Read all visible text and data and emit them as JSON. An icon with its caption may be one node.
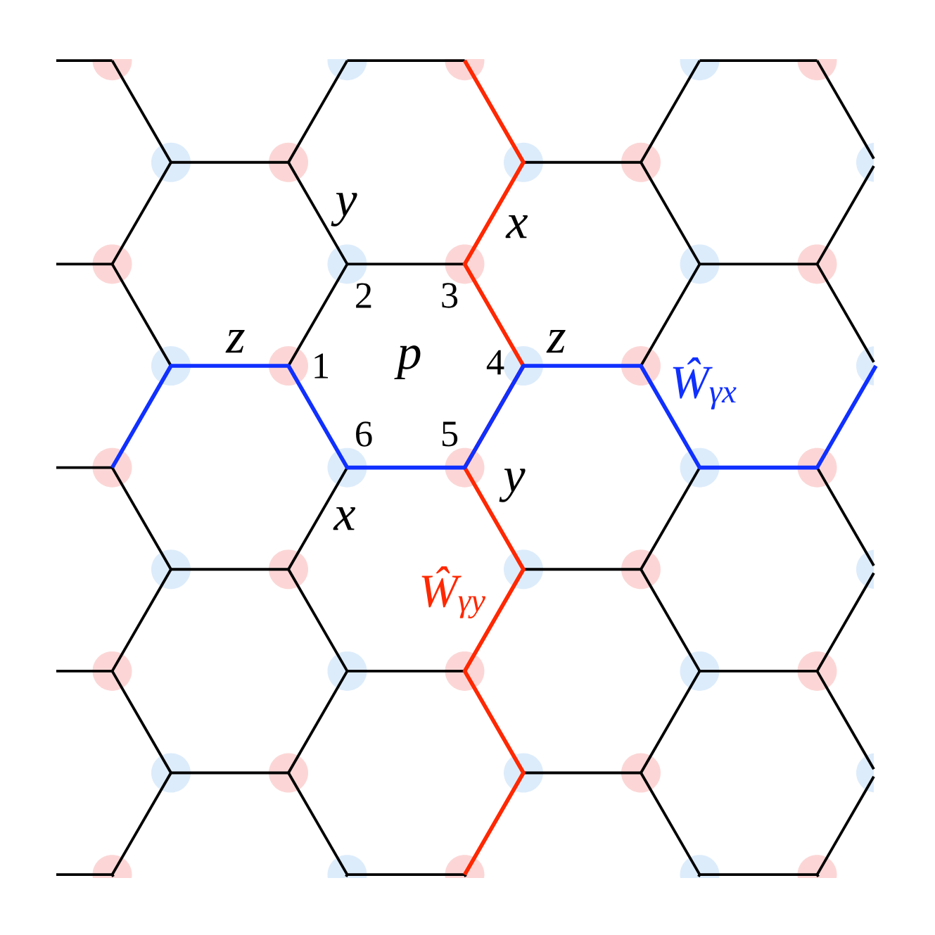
{
  "diagram": {
    "labels": [
      "y",
      "x",
      "2",
      "3",
      "z",
      "1",
      "p",
      "4",
      "z",
      "Ŵ$_{γx}$",
      "6",
      "5",
      "y",
      "x",
      "Ŵ$_{γy}$"
    ]
  }
}
